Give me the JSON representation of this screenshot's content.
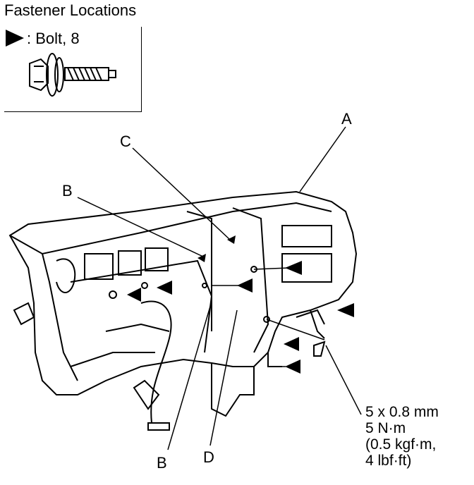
{
  "title": "Fastener Locations",
  "legend": {
    "symbol_icon": "filled-triangle-arrow",
    "label": ": Bolt, 8"
  },
  "callouts": {
    "a": "A",
    "b_top": "B",
    "b_bottom": "B",
    "c": "C",
    "d": "D"
  },
  "spec": {
    "line1": "5 x 0.8 mm",
    "line2": "5 N·m",
    "line3": "(0.5 kgf·m,",
    "line4": "4 lbf·ft)"
  }
}
